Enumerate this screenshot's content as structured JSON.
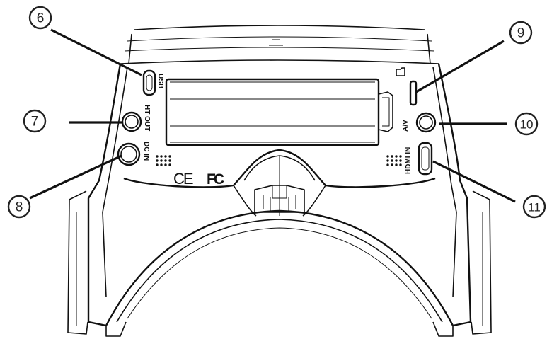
{
  "callouts": [
    {
      "number": "6",
      "port": "USB"
    },
    {
      "number": "7",
      "port": "HT OUT"
    },
    {
      "number": "8",
      "port": "DC IN"
    },
    {
      "number": "9",
      "port": "microSD slot"
    },
    {
      "number": "10",
      "port": "A/V"
    },
    {
      "number": "11",
      "port": "HDMI IN"
    }
  ],
  "port_labels": {
    "usb": "USB",
    "ht_out": "HT OUT",
    "dc_in": "DC IN",
    "av": "A/V",
    "hdmi_in": "HDMI IN"
  },
  "markings": {
    "ce": "CE",
    "fcc": "FC"
  }
}
